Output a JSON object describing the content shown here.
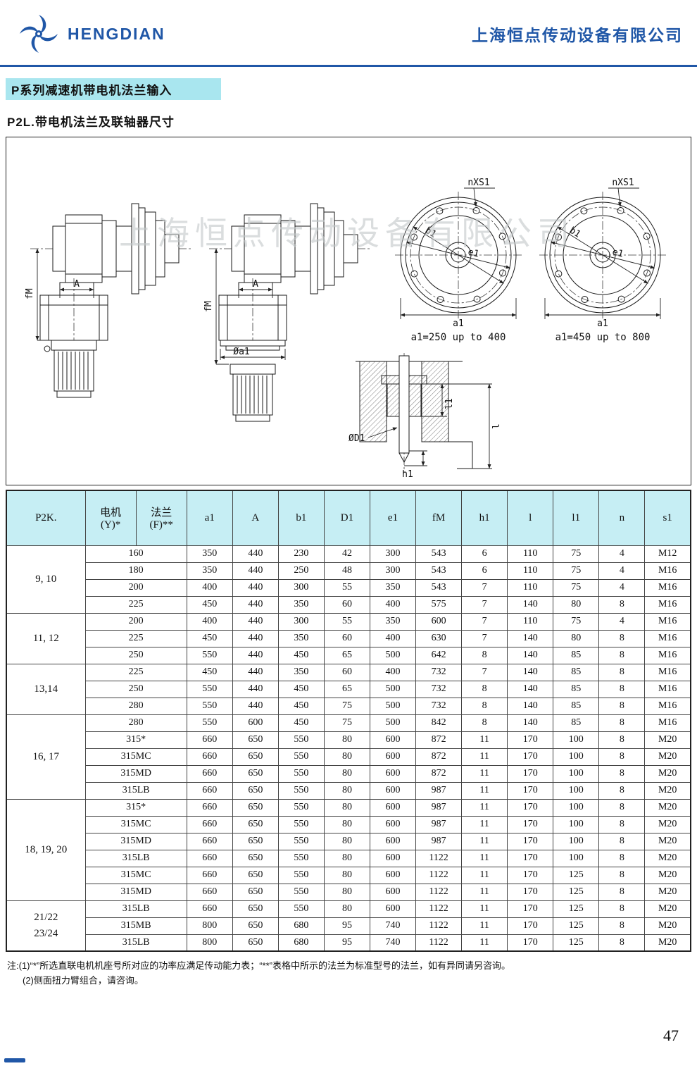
{
  "page": {
    "brand": "HENGDIAN",
    "company": "上海恒点传动设备有限公司",
    "section_title": "P系列减速机带电机法兰输入",
    "subtitle": "P2L.带电机法兰及联轴器尺寸",
    "watermark": "上海恒点传动设备有限公司",
    "page_number": "47"
  },
  "drawing": {
    "labels": {
      "fm_1": "fM",
      "a_1": "A",
      "fm_2": "fM",
      "a_2": "A",
      "phi_a1": "Øa1",
      "nxs1_left": "nXS1",
      "b1_left": "b1",
      "e1_left": "e1",
      "a1_left": "a1",
      "caption_left": "a1=250 up to 400",
      "nxs1_right": "nXS1",
      "b1_right": "b1",
      "e1_right": "e1",
      "a1_right": "a1",
      "caption_right": "a1=450 up to 800",
      "phi_d1": "ØD1",
      "l1_label": "l1",
      "l_label": "l",
      "h1_label": "h1"
    }
  },
  "table": {
    "headers": {
      "p2k": "P2K.",
      "motor_line1": "电机",
      "motor_line2": "(Y)*",
      "flange_line1": "法兰",
      "flange_line2": "(F)**",
      "cols": [
        "a1",
        "A",
        "b1",
        "D1",
        "e1",
        "fM",
        "h1",
        "l",
        "l1",
        "n",
        "s1"
      ]
    },
    "groups": [
      {
        "label_lines": [
          "9, 10"
        ],
        "rows": [
          {
            "motor": "160",
            "vals": [
              "350",
              "440",
              "230",
              "42",
              "300",
              "543",
              "6",
              "110",
              "75",
              "4",
              "M12"
            ]
          },
          {
            "motor": "180",
            "vals": [
              "350",
              "440",
              "250",
              "48",
              "300",
              "543",
              "6",
              "110",
              "75",
              "4",
              "M16"
            ]
          },
          {
            "motor": "200",
            "vals": [
              "400",
              "440",
              "300",
              "55",
              "350",
              "543",
              "7",
              "110",
              "75",
              "4",
              "M16"
            ]
          },
          {
            "motor": "225",
            "vals": [
              "450",
              "440",
              "350",
              "60",
              "400",
              "575",
              "7",
              "140",
              "80",
              "8",
              "M16"
            ]
          }
        ]
      },
      {
        "label_lines": [
          "11, 12"
        ],
        "rows": [
          {
            "motor": "200",
            "vals": [
              "400",
              "440",
              "300",
              "55",
              "350",
              "600",
              "7",
              "110",
              "75",
              "4",
              "M16"
            ]
          },
          {
            "motor": "225",
            "vals": [
              "450",
              "440",
              "350",
              "60",
              "400",
              "630",
              "7",
              "140",
              "80",
              "8",
              "M16"
            ]
          },
          {
            "motor": "250",
            "vals": [
              "550",
              "440",
              "450",
              "65",
              "500",
              "642",
              "8",
              "140",
              "85",
              "8",
              "M16"
            ]
          }
        ]
      },
      {
        "label_lines": [
          "13,14"
        ],
        "rows": [
          {
            "motor": "225",
            "vals": [
              "450",
              "440",
              "350",
              "60",
              "400",
              "732",
              "7",
              "140",
              "85",
              "8",
              "M16"
            ]
          },
          {
            "motor": "250",
            "vals": [
              "550",
              "440",
              "450",
              "65",
              "500",
              "732",
              "8",
              "140",
              "85",
              "8",
              "M16"
            ]
          },
          {
            "motor": "280",
            "vals": [
              "550",
              "440",
              "450",
              "75",
              "500",
              "732",
              "8",
              "140",
              "85",
              "8",
              "M16"
            ]
          }
        ]
      },
      {
        "label_lines": [
          "16, 17"
        ],
        "rows": [
          {
            "motor": "280",
            "vals": [
              "550",
              "600",
              "450",
              "75",
              "500",
              "842",
              "8",
              "140",
              "85",
              "8",
              "M16"
            ]
          },
          {
            "motor": "315*",
            "vals": [
              "660",
              "650",
              "550",
              "80",
              "600",
              "872",
              "11",
              "170",
              "100",
              "8",
              "M20"
            ]
          },
          {
            "motor": "315MC",
            "vals": [
              "660",
              "650",
              "550",
              "80",
              "600",
              "872",
              "11",
              "170",
              "100",
              "8",
              "M20"
            ]
          },
          {
            "motor": "315MD",
            "vals": [
              "660",
              "650",
              "550",
              "80",
              "600",
              "872",
              "11",
              "170",
              "100",
              "8",
              "M20"
            ]
          },
          {
            "motor": "315LB",
            "vals": [
              "660",
              "650",
              "550",
              "80",
              "600",
              "987",
              "11",
              "170",
              "100",
              "8",
              "M20"
            ]
          }
        ]
      },
      {
        "label_lines": [
          "18, 19, 20"
        ],
        "rows": [
          {
            "motor": "315*",
            "vals": [
              "660",
              "650",
              "550",
              "80",
              "600",
              "987",
              "11",
              "170",
              "100",
              "8",
              "M20"
            ]
          },
          {
            "motor": "315MC",
            "vals": [
              "660",
              "650",
              "550",
              "80",
              "600",
              "987",
              "11",
              "170",
              "100",
              "8",
              "M20"
            ]
          },
          {
            "motor": "315MD",
            "vals": [
              "660",
              "650",
              "550",
              "80",
              "600",
              "987",
              "11",
              "170",
              "100",
              "8",
              "M20"
            ]
          },
          {
            "motor": "315LB",
            "vals": [
              "660",
              "650",
              "550",
              "80",
              "600",
              "1122",
              "11",
              "170",
              "100",
              "8",
              "M20"
            ]
          },
          {
            "motor": "315MC",
            "vals": [
              "660",
              "650",
              "550",
              "80",
              "600",
              "1122",
              "11",
              "170",
              "125",
              "8",
              "M20"
            ]
          },
          {
            "motor": "315MD",
            "vals": [
              "660",
              "650",
              "550",
              "80",
              "600",
              "1122",
              "11",
              "170",
              "125",
              "8",
              "M20"
            ]
          }
        ]
      },
      {
        "label_lines": [
          "21/22",
          "23/24"
        ],
        "rows": [
          {
            "motor": "315LB",
            "vals": [
              "660",
              "650",
              "550",
              "80",
              "600",
              "1122",
              "11",
              "170",
              "125",
              "8",
              "M20"
            ]
          },
          {
            "motor": "315MB",
            "vals": [
              "800",
              "650",
              "680",
              "95",
              "740",
              "1122",
              "11",
              "170",
              "125",
              "8",
              "M20"
            ]
          },
          {
            "motor": "315LB",
            "vals": [
              "800",
              "650",
              "680",
              "95",
              "740",
              "1122",
              "11",
              "170",
              "125",
              "8",
              "M20"
            ]
          }
        ]
      }
    ]
  },
  "notes": {
    "line1": "注:(1)“*”所选直联电机机座号所对应的功率应满足传动能力表；“**”表格中所示的法兰为标准型号的法兰，如有异同请另咨询。",
    "line2": "(2)侧面扭力臂组合，请咨询。"
  }
}
